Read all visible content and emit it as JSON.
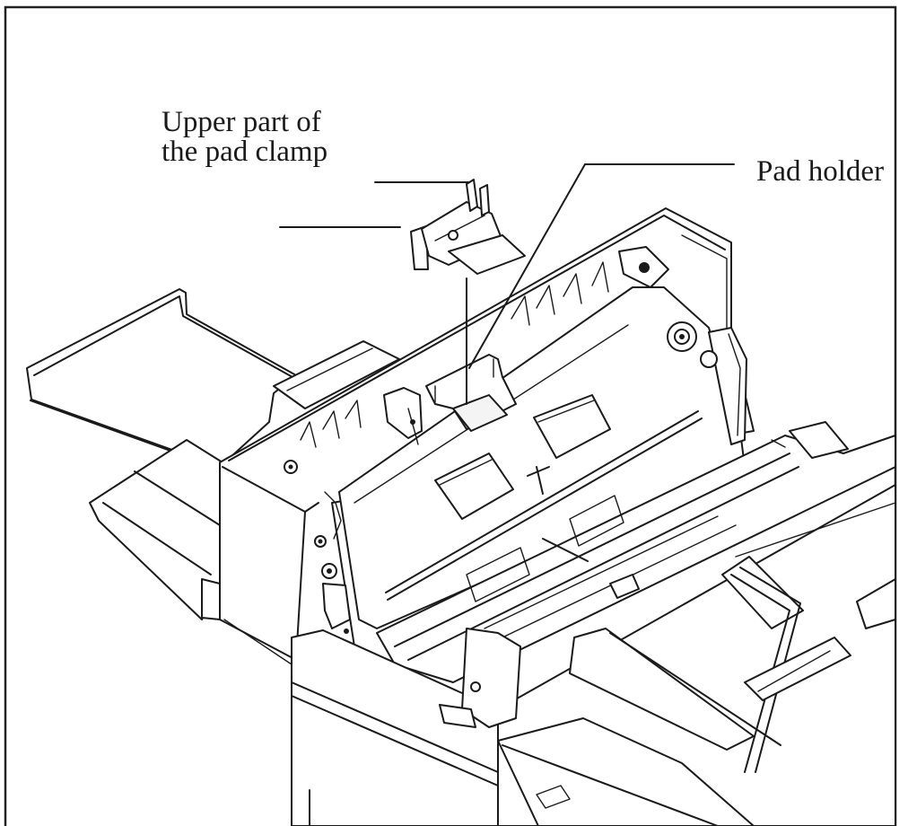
{
  "labels": {
    "upper_clamp_line1": "Upper part of",
    "upper_clamp_line2": "the pad clamp",
    "pad_holder": "Pad holder"
  },
  "colors": {
    "line": "#1a1a1a",
    "background": "#ffffff",
    "frame": "#222222"
  }
}
